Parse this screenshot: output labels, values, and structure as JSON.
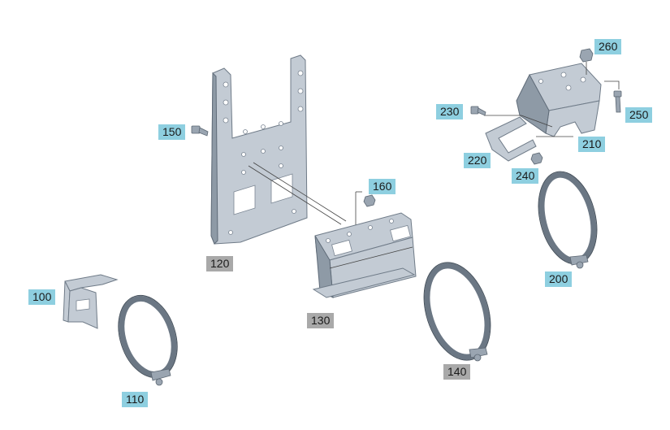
{
  "callouts": {
    "c100": "100",
    "c110": "110",
    "c120": "120",
    "c130": "130",
    "c140": "140",
    "c150": "150",
    "c160": "160",
    "c200": "200",
    "c210": "210",
    "c220": "220",
    "c230": "230",
    "c240": "240",
    "c250": "250",
    "c260": "260"
  },
  "colors": {
    "label_blue": "#8ecfe0",
    "label_gray": "#a9a9a9",
    "metal": "#c3cbd4"
  },
  "icons": {
    "parts": [
      "bracket-icon",
      "hose-clamp-icon",
      "mounting-plate-icon",
      "hinge-bracket-icon",
      "bolt-icon",
      "nut-icon"
    ]
  }
}
